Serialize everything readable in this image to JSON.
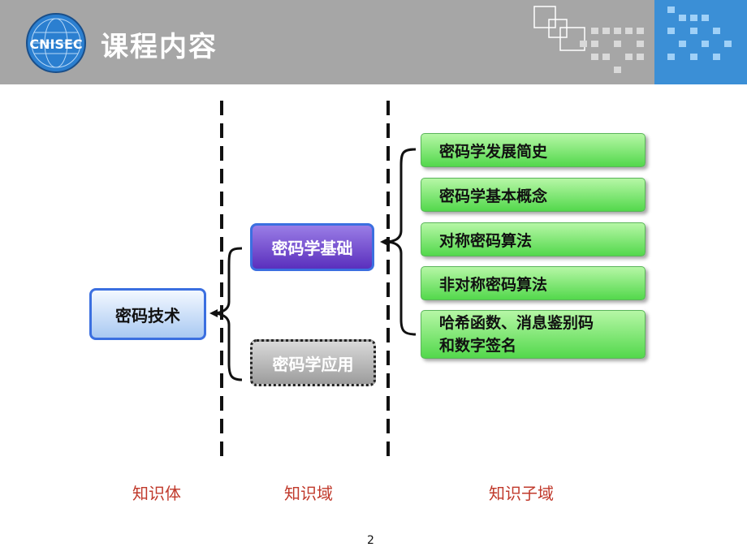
{
  "header": {
    "title": "课程内容",
    "logo_text": "CNISEC"
  },
  "diagram": {
    "root": "密码技术",
    "domains": [
      {
        "label": "密码学基础",
        "state": "active"
      },
      {
        "label": "密码学应用",
        "state": "inactive"
      }
    ],
    "subdomains": [
      "密码学发展简史",
      "密码学基本概念",
      "对称密码算法",
      "非对称密码算法",
      "哈希函数、消息鉴别码\n和数字签名"
    ],
    "column_labels": [
      "知识体",
      "知识域",
      "知识子域"
    ]
  },
  "footer": {
    "page_number": "2"
  },
  "colors": {
    "header_gray": "#a6a6a6",
    "header_blue": "#3b8fd6",
    "root_border": "#3b6fe0",
    "active_purple": "#5a2fbd",
    "sub_green": "#53d84c",
    "label_red": "#c0392b"
  }
}
